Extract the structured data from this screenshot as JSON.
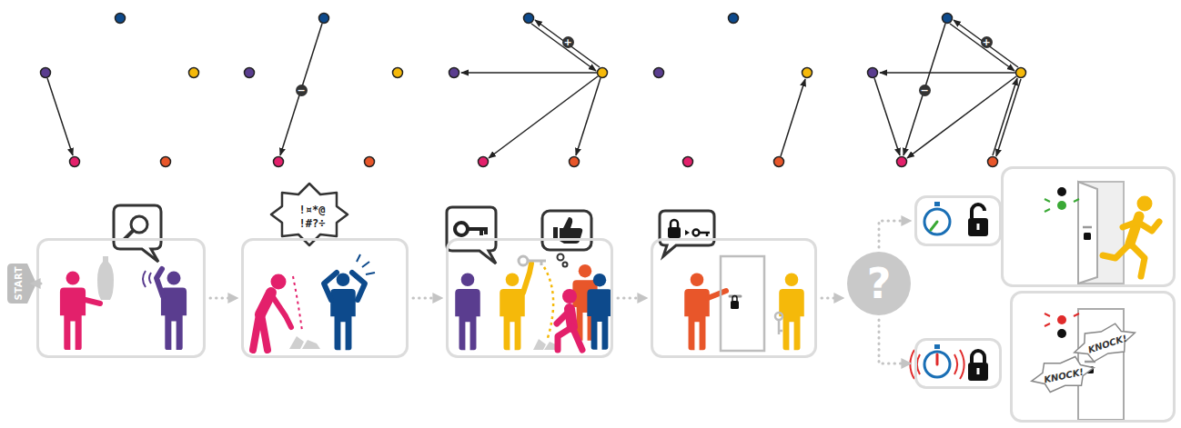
{
  "diagram": {
    "nodes": [
      {
        "text": [
          "START"
        ]
      },
      {
        "text": []
      },
      {
        "text": [
          "!¤*@ !#?÷"
        ]
      },
      {
        "text": []
      },
      {
        "text": []
      },
      {
        "text": [
          "?"
        ]
      },
      {
        "text": []
      },
      {
        "text": []
      },
      {
        "text": []
      },
      {
        "text": [
          "KNOCK!",
          "KNOCK!"
        ]
      }
    ],
    "edges": [
      {
        "from": 0,
        "to": 1,
        "arrow": "to"
      },
      {
        "from": 1,
        "to": 2,
        "arrow": "to"
      },
      {
        "from": 2,
        "to": 3,
        "arrow": "to"
      },
      {
        "from": 3,
        "to": 4,
        "arrow": "to"
      },
      {
        "from": 4,
        "to": 5,
        "arrow": "to"
      },
      {
        "from": 5,
        "to": 6,
        "arrow": "to"
      },
      {
        "from": 5,
        "to": 8,
        "arrow": "to"
      }
    ],
    "labels": [
      "−",
      "+",
      "+",
      "−"
    ]
  }
}
